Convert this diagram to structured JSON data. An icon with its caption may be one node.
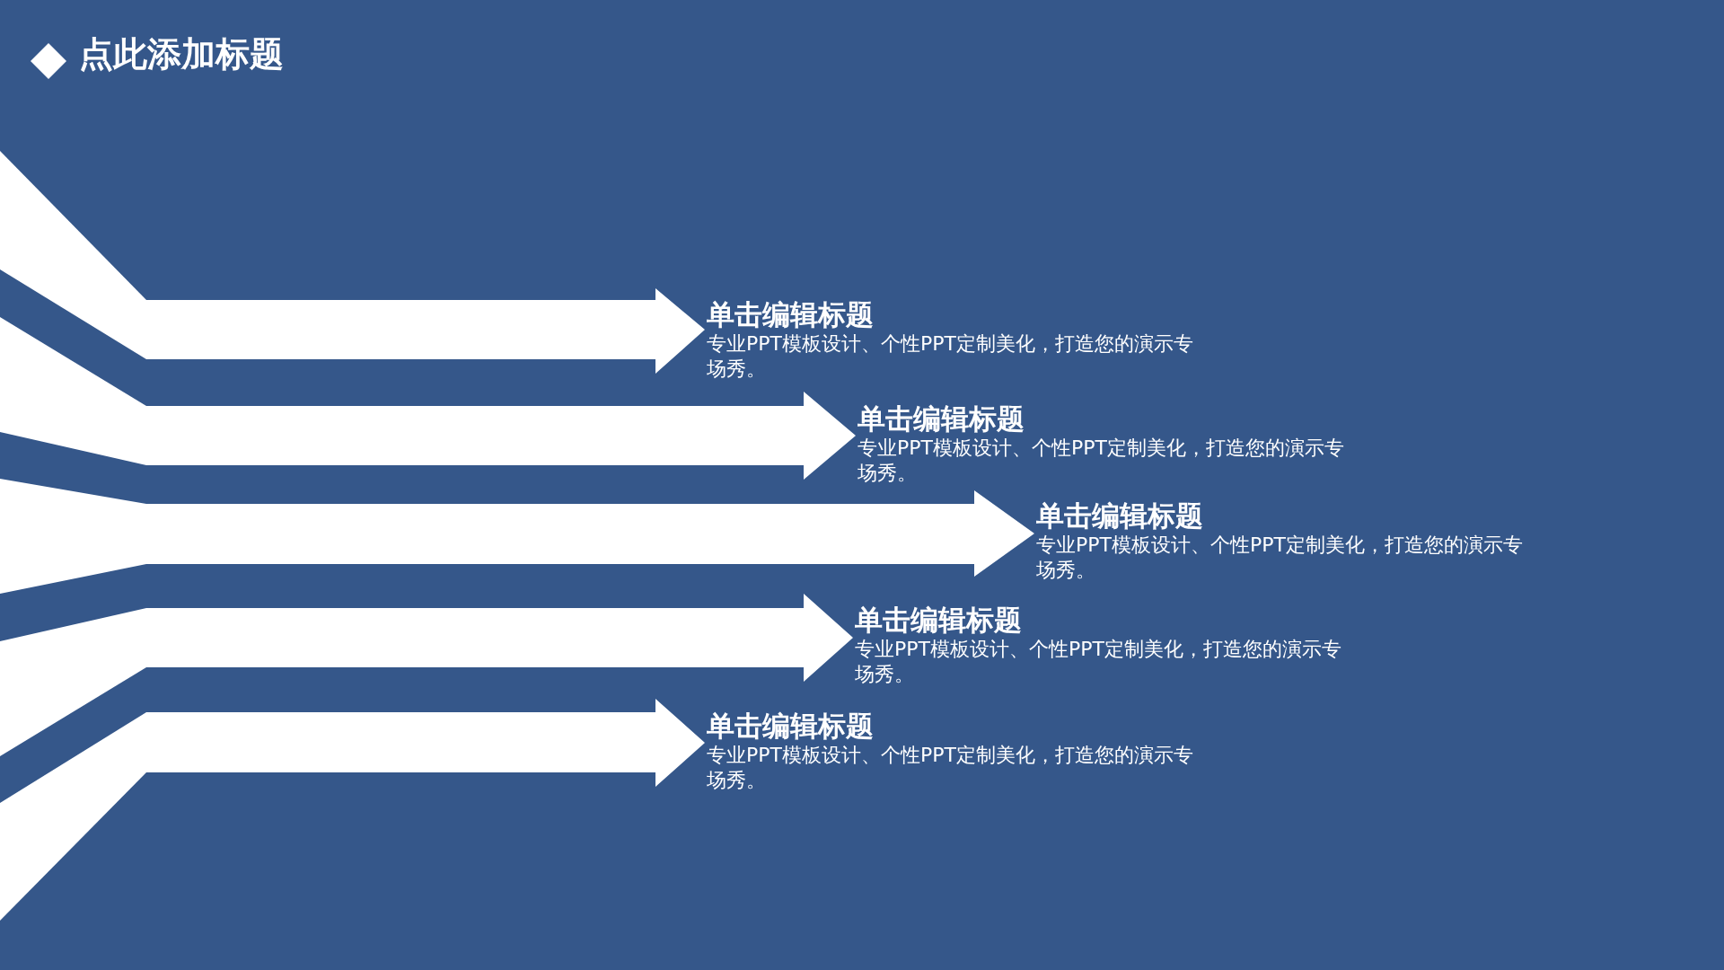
{
  "diagram": {
    "title": "点此添加标题",
    "nodes": [
      {
        "text": [
          "单击编辑标题",
          "专业PPT模板设计、个性PPT定制美化，打造您的演示专场秀。"
        ]
      },
      {
        "text": [
          "单击编辑标题",
          "专业PPT模板设计、个性PPT定制美化，打造您的演示专场秀。"
        ]
      },
      {
        "text": [
          "单击编辑标题",
          "专业PPT模板设计、个性PPT定制美化，打造您的演示专场秀。"
        ]
      },
      {
        "text": [
          "单击编辑标题",
          "专业PPT模板设计、个性PPT定制美化，打造您的演示专场秀。"
        ]
      },
      {
        "text": [
          "单击编辑标题",
          "专业PPT模板设计、个性PPT定制美化，打造您的演示专场秀。"
        ]
      },
      {
        "text": [],
        "shape": "bar"
      },
      {
        "text": [],
        "shape": "bar"
      },
      {
        "text": [],
        "shape": "bar"
      },
      {
        "text": [],
        "shape": "bar"
      },
      {
        "text": [],
        "shape": "bar"
      }
    ],
    "edges": [
      {
        "from": 5,
        "to": 0,
        "arrow": "to",
        "style": "thick"
      },
      {
        "from": 6,
        "to": 1,
        "arrow": "to",
        "style": "thick"
      },
      {
        "from": 7,
        "to": 2,
        "arrow": "to",
        "style": "thick"
      },
      {
        "from": 8,
        "to": 3,
        "arrow": "to",
        "style": "thick"
      },
      {
        "from": 9,
        "to": 4,
        "arrow": "to",
        "style": "thick"
      }
    ]
  }
}
